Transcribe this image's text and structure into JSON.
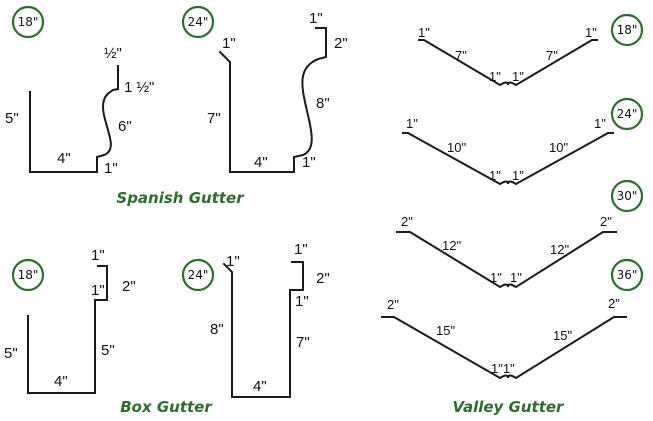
{
  "colors": {
    "accent_green": "#2f6b2f",
    "line": "#1a1a1a"
  },
  "titles": {
    "spanish": "Spanish Gutter",
    "box": "Box Gutter",
    "valley": "Valley Gutter"
  },
  "badges": {
    "spanish_18": "18\"",
    "spanish_24": "24\"",
    "box_18": "18\"",
    "box_24": "24\"",
    "valley_18": "18\"",
    "valley_24": "24\"",
    "valley_30": "30\"",
    "valley_36": "36\""
  },
  "spanish_18": {
    "back": "5\"",
    "bottom": "4\"",
    "front_base": "1\"",
    "curve": "6\"",
    "top_step": "1 ½\"",
    "lip": "½\""
  },
  "spanish_24": {
    "hem": "1\"",
    "back": "7\"",
    "bottom": "4\"",
    "front_base": "1\"",
    "curve": "8\"",
    "top_step": "2\"",
    "lip": "1\""
  },
  "box_18": {
    "back": "5\"",
    "bottom": "4\"",
    "front": "5\"",
    "step": "1\"",
    "top_step": "2\"",
    "lip": "1\""
  },
  "box_24": {
    "hem": "1\"",
    "back": "8\"",
    "bottom": "4\"",
    "front": "7\"",
    "step": "1\"",
    "top_step": "2\"",
    "lip": "1\""
  },
  "valley_18": {
    "left_hem": "1\"",
    "left_side": "7\"",
    "center_left": "1\"",
    "center_right": "1\"",
    "right_side": "7\"",
    "right_hem": "1\""
  },
  "valley_24": {
    "left_hem": "1\"",
    "left_side": "10\"",
    "center_left": "1\"",
    "center_right": "1\"",
    "right_side": "10\"",
    "right_hem": "1\""
  },
  "valley_30": {
    "left_hem": "2\"",
    "left_side": "12\"",
    "center_left": "1\"",
    "center_right": "1\"",
    "right_side": "12\"",
    "right_hem": "2\""
  },
  "valley_36": {
    "left_hem": "2\"",
    "left_side": "15\"",
    "center": "1\"1\"",
    "right_side": "15\"",
    "right_hem": "2\""
  }
}
